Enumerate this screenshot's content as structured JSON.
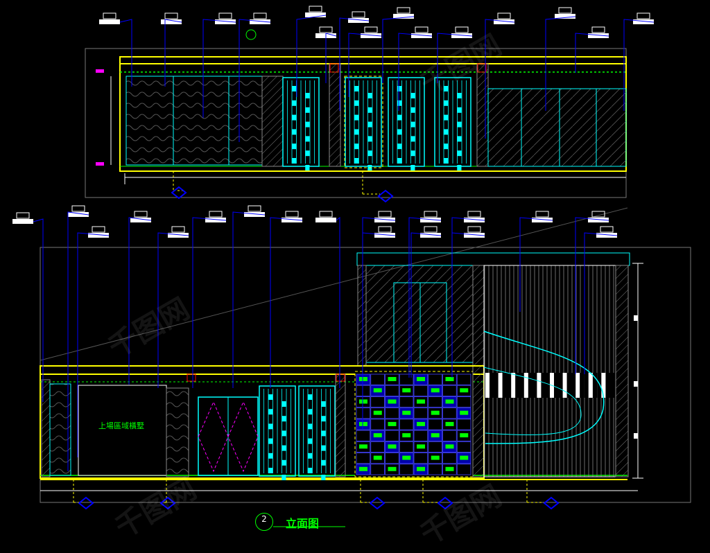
{
  "drawing": {
    "plan_label": "上場區域橫墅",
    "title_number": "2",
    "title_text": "立面图"
  },
  "colors": {
    "background": "#000000",
    "frame": "#ffff00",
    "cyan": "#00ffff",
    "green": "#00ff00",
    "blue": "#0000ff",
    "magenta": "#ff00ff",
    "red": "#ff0000",
    "gray": "#808080",
    "white": "#ffffff"
  },
  "watermark": "千图网"
}
